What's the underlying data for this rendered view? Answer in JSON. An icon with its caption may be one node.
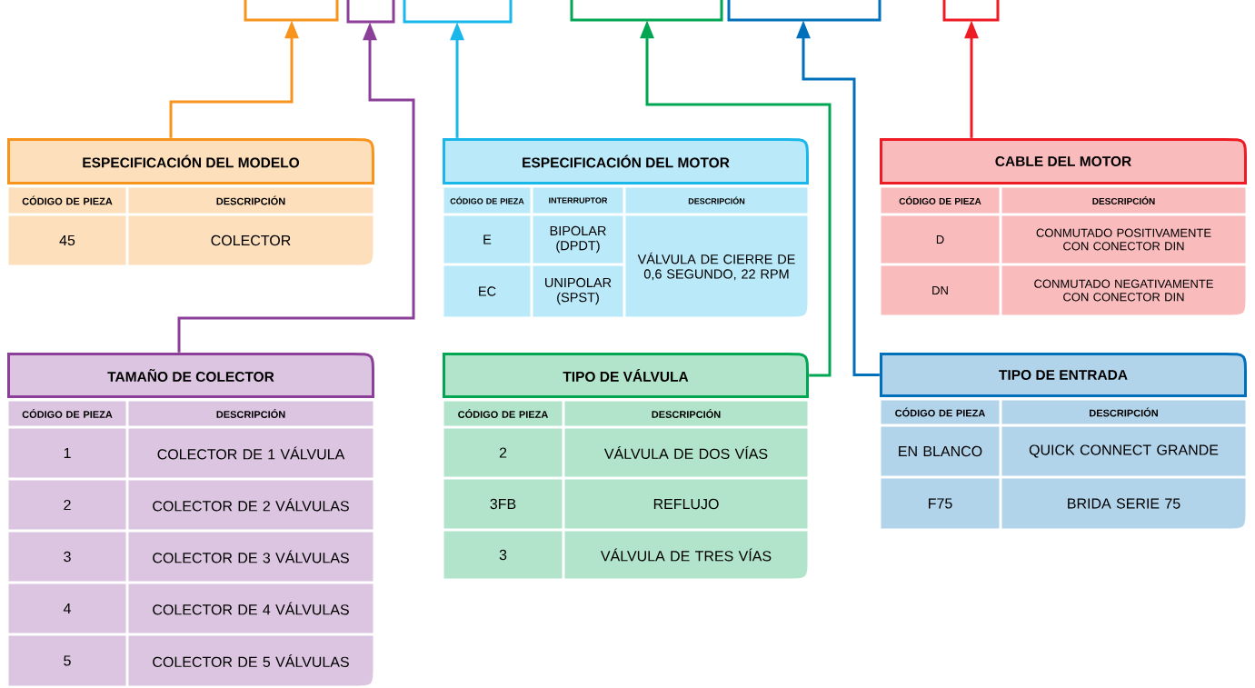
{
  "diagram": {
    "nodes": [
      {
        "text": [],
        "shape": "bracket"
      },
      {
        "text": [],
        "shape": "bracket"
      },
      {
        "text": [],
        "shape": "bracket"
      },
      {
        "text": [],
        "shape": "bracket"
      },
      {
        "text": [],
        "shape": "bracket"
      },
      {
        "text": [],
        "shape": "bracket"
      },
      {
        "text": [
          "ESPECIFICACIÓN DEL MODELO",
          "CÓDIGO DE PIEZA",
          "DESCRIPCIÓN",
          "45",
          "COLECTOR"
        ]
      },
      {
        "text": [
          "ESPECIFICACIÓN DEL MOTOR",
          "CÓDIGO DE PIEZA",
          "INTERRUPTOR",
          "DESCRIPCIÓN",
          "E",
          "BIPOLAR (DPDT)",
          "VÁLVULA DE CIERRE DE 0,6 SEGUNDO, 22 RPM",
          "EC",
          "UNIPOLAR (SPST)"
        ]
      },
      {
        "text": [
          "CABLE DEL MOTOR",
          "CÓDIGO DE PIEZA",
          "DESCRIPCIÓN",
          "D",
          "CONMUTADO POSITIVAMENTE CON CONECTOR DIN",
          "DN",
          "CONMUTADO NEGATIVAMENTE CON CONECTOR DIN"
        ]
      },
      {
        "text": [
          "TAMAÑO DE COLECTOR",
          "CÓDIGO DE PIEZA",
          "DESCRIPCIÓN",
          "1",
          "COLECTOR DE 1 VÁLVULA",
          "2",
          "COLECTOR DE 2 VÁLVULAS",
          "3",
          "COLECTOR DE 3 VÁLVULAS",
          "4",
          "COLECTOR DE 4 VÁLVULAS",
          "5",
          "COLECTOR DE 5 VÁLVULAS"
        ]
      },
      {
        "text": [
          "TIPO DE VÁLVULA",
          "CÓDIGO DE PIEZA",
          "DESCRIPCIÓN",
          "2",
          "VÁLVULA DE DOS VÍAS",
          "3FB",
          "REFLUJO",
          "3",
          "VÁLVULA DE TRES VÍAS"
        ]
      },
      {
        "text": [
          "TIPO DE ENTRADA",
          "CÓDIGO DE PIEZA",
          "DESCRIPCIÓN",
          "EN BLANCO",
          "QUICK CONNECT GRANDE",
          "F75",
          "BRIDA SERIE 75"
        ]
      }
    ],
    "edges": [
      {
        "from": 6,
        "to": 0,
        "arrow": "to",
        "color": "#f7941d"
      },
      {
        "from": 9,
        "to": 1,
        "arrow": "to",
        "color": "#8b3f98"
      },
      {
        "from": 7,
        "to": 2,
        "arrow": "to",
        "color": "#1ab7ea"
      },
      {
        "from": 10,
        "to": 3,
        "arrow": "to",
        "color": "#00a651"
      },
      {
        "from": 11,
        "to": 4,
        "arrow": "to",
        "color": "#0070bb"
      },
      {
        "from": 8,
        "to": 5,
        "arrow": "to",
        "color": "#ed1c24"
      }
    ]
  }
}
